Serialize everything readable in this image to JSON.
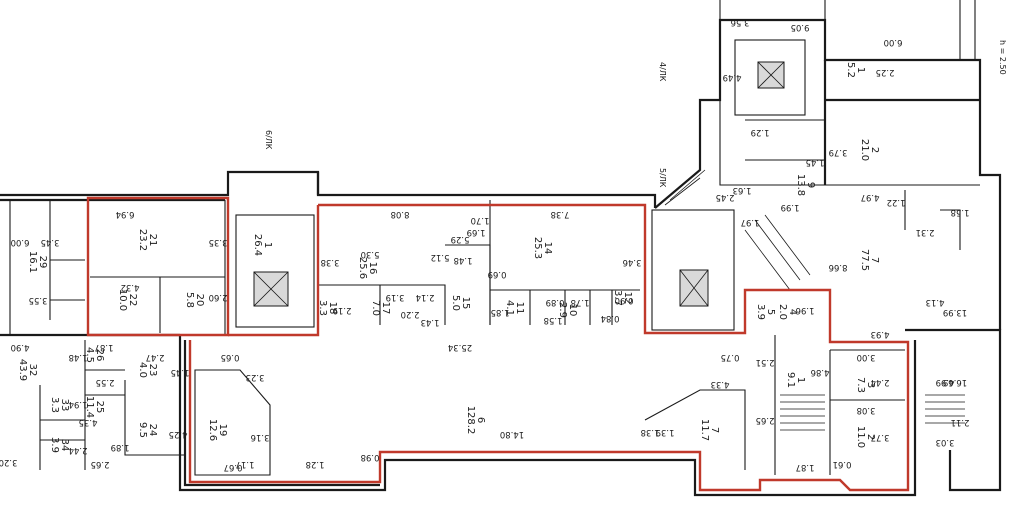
{
  "plan": {
    "accent_color": "#c0392b",
    "height_note": "h = 2.50",
    "axis_labels": [
      "6/ЛК",
      "4/ЛК",
      "5/ЛК"
    ],
    "rooms": [
      {
        "id": "21",
        "area": "23.2"
      },
      {
        "id": "22",
        "area": "10.0"
      },
      {
        "id": "20",
        "area": "5.8"
      },
      {
        "id": "1",
        "area": "26.4"
      },
      {
        "id": "16",
        "area": "25.6"
      },
      {
        "id": "17",
        "area": "7.0"
      },
      {
        "id": "18",
        "area": "3.3"
      },
      {
        "id": "15",
        "area": "5.0"
      },
      {
        "id": "14",
        "area": "25.3"
      },
      {
        "id": "11",
        "area": "4.1"
      },
      {
        "id": "10",
        "area": "2.9"
      },
      {
        "id": "12",
        "area": "3.7"
      },
      {
        "id": "7",
        "area": "11.7"
      },
      {
        "id": "6",
        "area": "128.2"
      },
      {
        "id": "19",
        "area": "12.6"
      },
      {
        "id": "24",
        "area": "9.5"
      },
      {
        "id": "23",
        "area": "4.0"
      },
      {
        "id": "25",
        "area": "11.4"
      },
      {
        "id": "26",
        "area": "4.5"
      },
      {
        "id": "33",
        "area": "3.3"
      },
      {
        "id": "34",
        "area": "3.9"
      },
      {
        "id": "3",
        "area": "7.3"
      },
      {
        "id": "2",
        "area": "11.0"
      },
      {
        "id": "1",
        "area": "9.1"
      },
      {
        "id": "5",
        "area": "3.9"
      },
      {
        "id": "4",
        "area": "2.0"
      },
      {
        "id": "7",
        "area": "77.5"
      },
      {
        "id": "2",
        "area": "21.0"
      },
      {
        "id": "9",
        "area": "13.8"
      },
      {
        "id": "1",
        "area": "5.2"
      },
      {
        "id": "29",
        "area": "16.1"
      },
      {
        "id": "32",
        "area": "43.9"
      }
    ],
    "dimensions": [
      "6.94",
      "3.35",
      "4.32",
      "5.30",
      "2.60",
      "8.08",
      "3.38",
      "5.29",
      "1.69",
      "1.70",
      "1.48",
      "2.19",
      "2.20",
      "2.14",
      "3.19",
      "1.43",
      "5.12",
      "7.38",
      "3.46",
      "0.69",
      "1.85",
      "0.89",
      "0.84",
      "0.90",
      "1.78",
      "1.58",
      "14.80",
      "25.34",
      "4.33",
      "0.75",
      "0.65",
      "3.23",
      "3.16",
      "1.17",
      "1.28",
      "0.98",
      "1.38",
      "1.39",
      "2.65",
      "2.51",
      "4.86",
      "2.44",
      "3.77",
      "3.00",
      "3.08",
      "0.61",
      "1.87",
      "1.29",
      "1.45",
      "3.79",
      "4.97",
      "13.99",
      "4.13",
      "8.66",
      "4.93",
      "1.96",
      "2.31",
      "1.22",
      "4.99",
      "2.11",
      "3.03",
      "16.69",
      "1.58",
      "3.55",
      "6.00",
      "3.45",
      "4.90",
      "1.48",
      "1.45",
      "1.87",
      "2.55",
      "2.47",
      "4.35",
      "1.94",
      "2.44",
      "2.65",
      "1.89",
      "4.25",
      "3.20",
      "0.67",
      "1.97",
      "2.45",
      "1.63",
      "1.99",
      "2.25",
      "6.00",
      "3.56",
      "4.49",
      "9.05"
    ]
  }
}
